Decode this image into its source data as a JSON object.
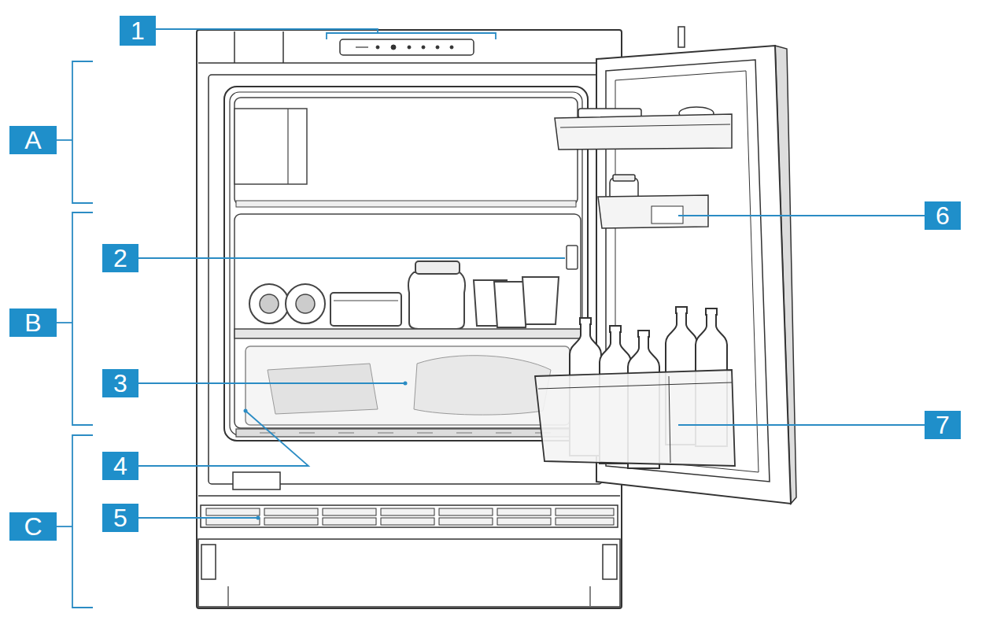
{
  "diagram": {
    "labels": [
      "1",
      "A",
      "2",
      "B",
      "3",
      "4",
      "C",
      "5",
      "6",
      "7"
    ]
  }
}
